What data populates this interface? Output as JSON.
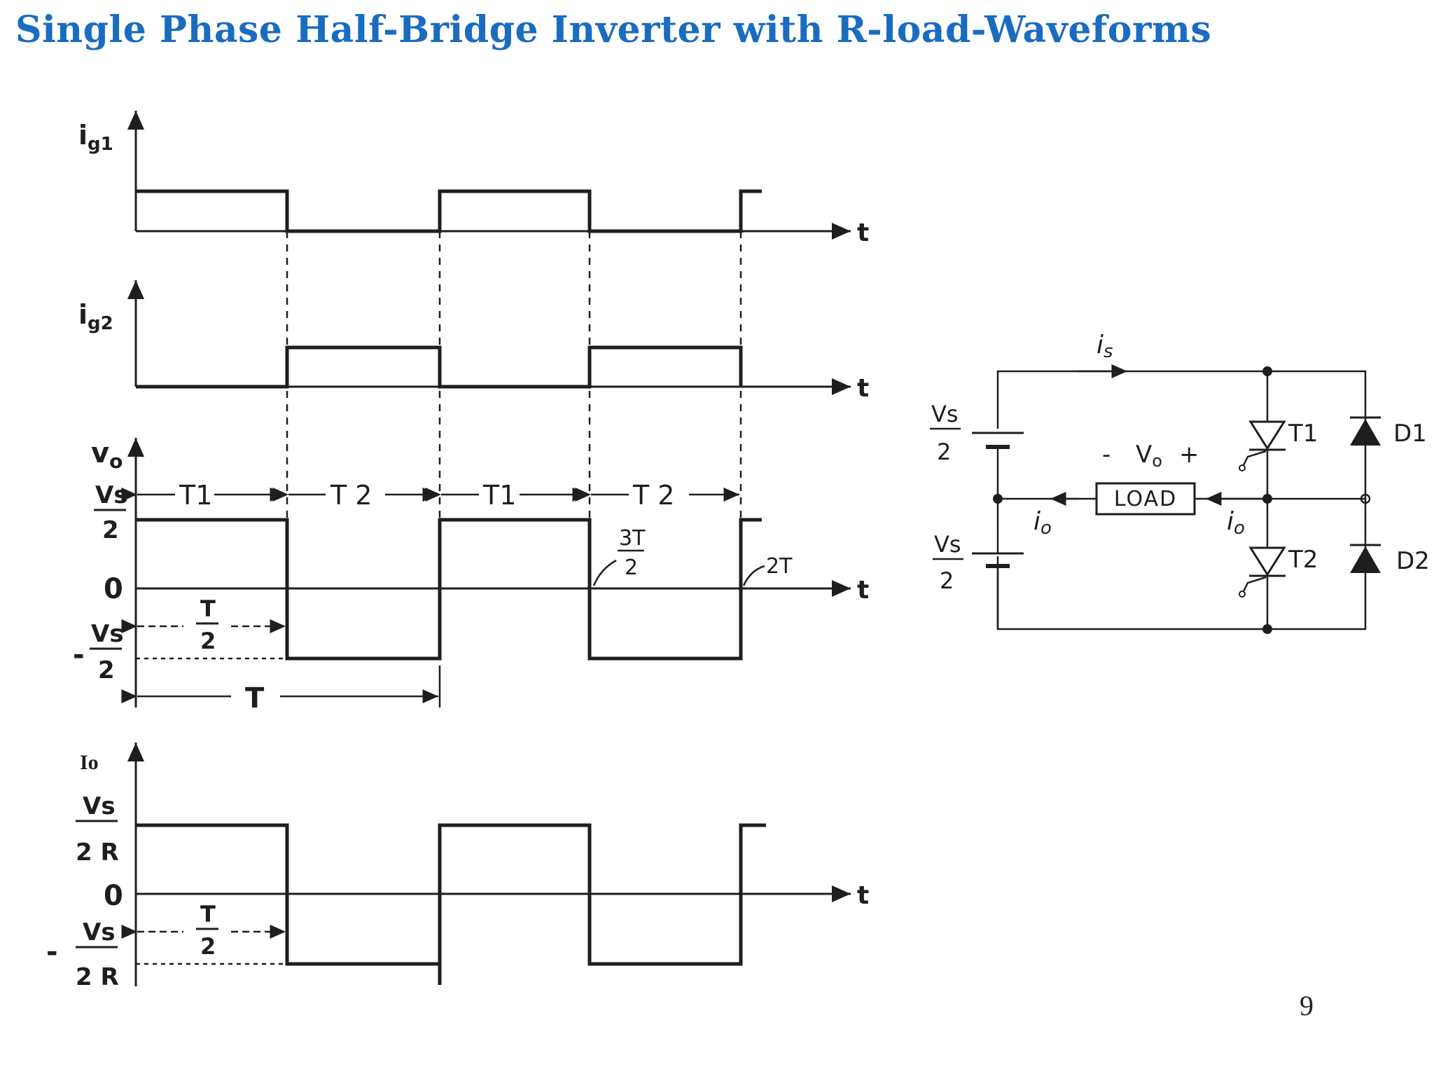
{
  "slide": {
    "title": "Single Phase Half-Bridge Inverter with R-load-Waveforms",
    "page_number": "9"
  },
  "waveforms": {
    "time_axis_label": "t",
    "ig1": {
      "ylabel_main": "i",
      "ylabel_sub": "g1"
    },
    "ig2": {
      "ylabel_main": "i",
      "ylabel_sub": "g2"
    },
    "vo": {
      "ylabel_main": "v",
      "ylabel_sub": "o",
      "pos_num": "Vs",
      "pos_den": "2",
      "zero": "0",
      "neg_sign": "-",
      "neg_num": "Vs",
      "neg_den": "2",
      "interval_t1_first": "T1",
      "interval_t2_first": "T 2",
      "interval_t1_second": "T1",
      "interval_t2_second": "T 2",
      "half_num": "T",
      "half_den": "2",
      "period": "T",
      "three_halves_num": "3T",
      "three_halves_den": "2",
      "two_t": "2T"
    },
    "io": {
      "ylabel": "Io",
      "pos_num": "Vs",
      "pos_den": "2 R",
      "zero": "0",
      "neg_sign": "-",
      "neg_num": "Vs",
      "neg_den": "2 R",
      "half_num": "T",
      "half_den": "2"
    }
  },
  "circuit": {
    "source_current_main": "i",
    "source_current_sub": "s",
    "upper_source_num": "Vs",
    "upper_source_den": "2",
    "lower_source_num": "Vs",
    "lower_source_den": "2",
    "load_label": "LOAD",
    "vo_minus": "-",
    "vo_main": "V",
    "vo_sub": "o",
    "vo_plus": "+",
    "io_left_main": "i",
    "io_left_sub": "o",
    "io_right_main": "i",
    "io_right_sub": "o",
    "t1_label": "T1",
    "t2_label": "T2",
    "d1_label": "D1",
    "d2_label": "D2"
  }
}
